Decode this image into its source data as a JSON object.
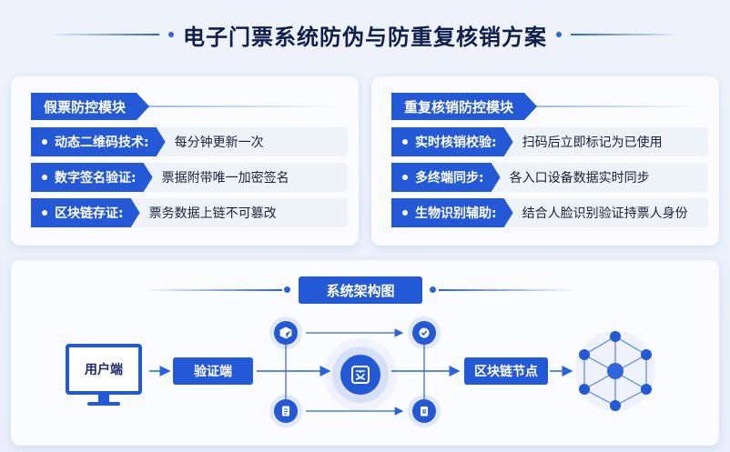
{
  "title": "电子门票系统防伪与防重复核销方案",
  "left_panel": {
    "header": "假票防控模块",
    "items": [
      {
        "label": "动态二维码技术:",
        "text": "每分钟更新一次"
      },
      {
        "label": "数字签名验证:",
        "text": "票据附带唯一加密签名"
      },
      {
        "label": "区块链存证:",
        "text": "票务数据上链不可篡改"
      }
    ]
  },
  "right_panel": {
    "header": "重复核销防控模块",
    "items": [
      {
        "label": "实时核销校验:",
        "text": "扫码后立即标记为已使用"
      },
      {
        "label": "多终端同步:",
        "text": "各入口设备数据实时同步"
      },
      {
        "label": "生物识别辅助:",
        "text": "结合人脸识别验证持票人身份"
      }
    ]
  },
  "architecture": {
    "header": "系统架构图",
    "user_terminal": "用户端",
    "verify_terminal": "验证端",
    "blockchain_node": "区块链节点"
  },
  "colors": {
    "primary": "#2358d6",
    "background": "#eef3fb"
  }
}
